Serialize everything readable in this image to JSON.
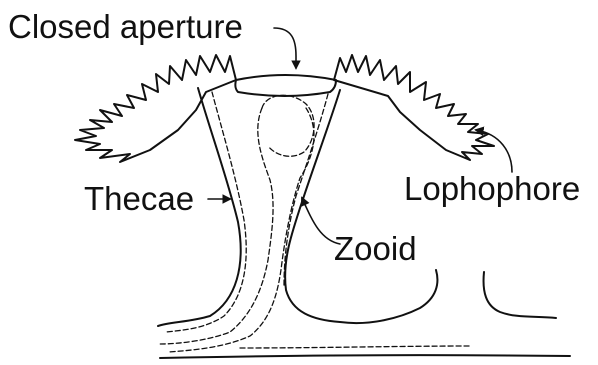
{
  "diagram": {
    "labels": {
      "closed_aperture": "Closed aperture",
      "lophophore": "Lophophore",
      "thecae": "Thecae",
      "zooid": "Zooid"
    },
    "colors": {
      "ink": "#111111",
      "background": "#ffffff"
    }
  }
}
